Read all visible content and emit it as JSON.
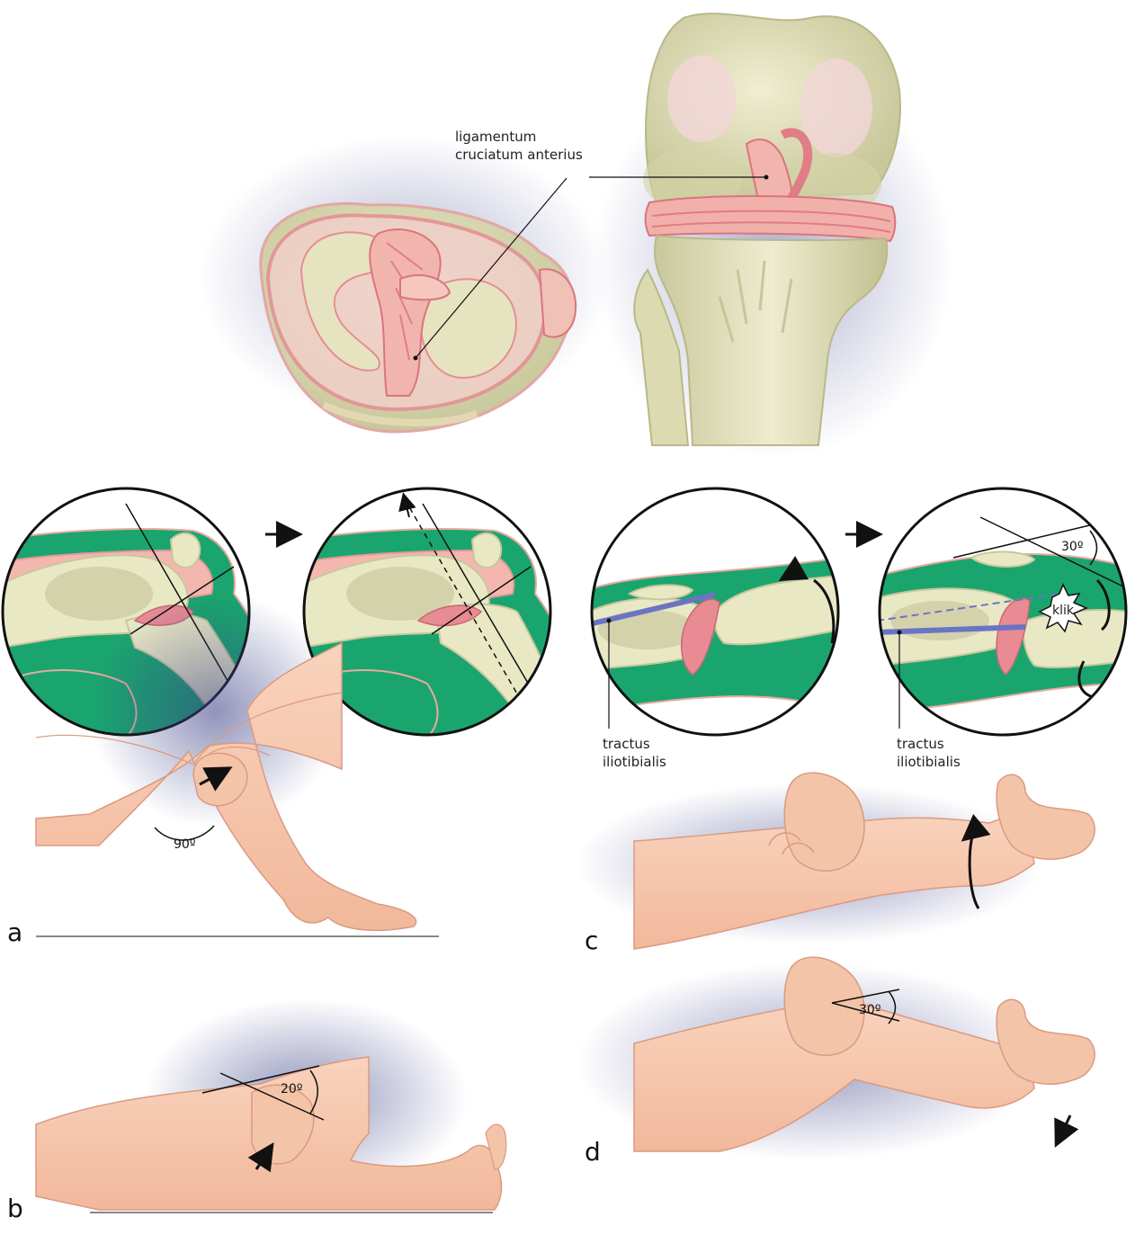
{
  "anatomy_label": {
    "line1": "ligamentum",
    "line2": "cruciatum anterius"
  },
  "tract_label_1": {
    "line1": "tractus",
    "line2": "iliotibialis"
  },
  "tract_label_2": {
    "line1": "tractus",
    "line2": "iliotibialis"
  },
  "click_label": "klik",
  "angles": {
    "a": "90º",
    "b": "20º",
    "c_circle": "30º",
    "d": "30º"
  },
  "panel_letters": {
    "a": "a",
    "b": "b",
    "c": "c",
    "d": "d"
  },
  "colors": {
    "skin": "#f7c9ae",
    "bone": "#e9e8c5",
    "soft_tissue": "#1aa56f",
    "ligament": "#e88b93",
    "tract": "#6b74c4",
    "shadow": "#3a3f86"
  }
}
